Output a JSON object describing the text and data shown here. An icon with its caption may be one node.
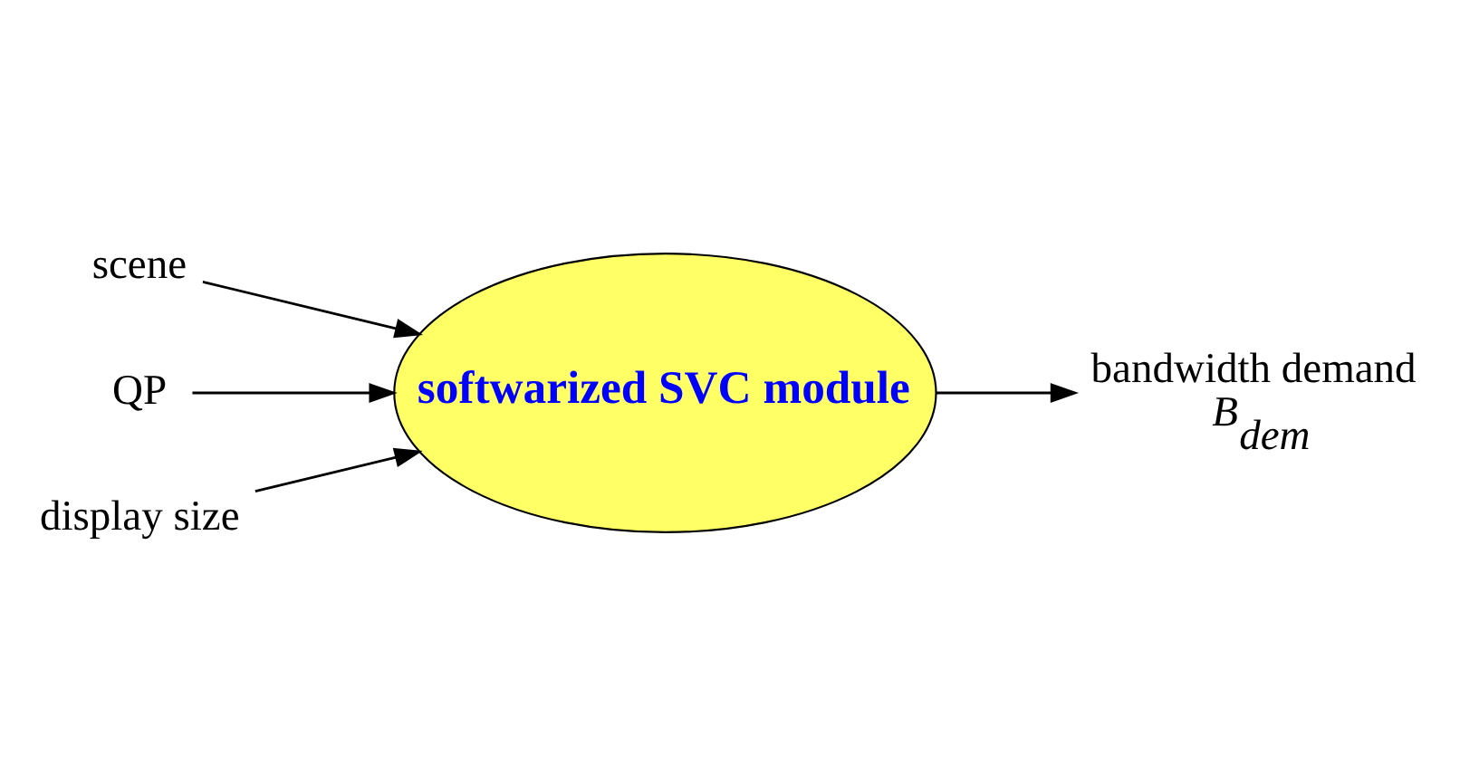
{
  "diagram": {
    "nodes": [
      {
        "text": [
          "scene"
        ]
      },
      {
        "text": [
          "QP"
        ]
      },
      {
        "text": [
          "display size"
        ]
      },
      {
        "text": [
          "softwarized SVC module"
        ]
      },
      {
        "text": [
          "bandwidth demand",
          "*B*$_{dem}$"
        ]
      }
    ],
    "edges": [
      {
        "from": 0,
        "to": 3,
        "arrow": "to"
      },
      {
        "from": 1,
        "to": 3,
        "arrow": "to"
      },
      {
        "from": 2,
        "to": 3,
        "arrow": "to"
      },
      {
        "from": 3,
        "to": 4,
        "arrow": "to"
      }
    ]
  }
}
